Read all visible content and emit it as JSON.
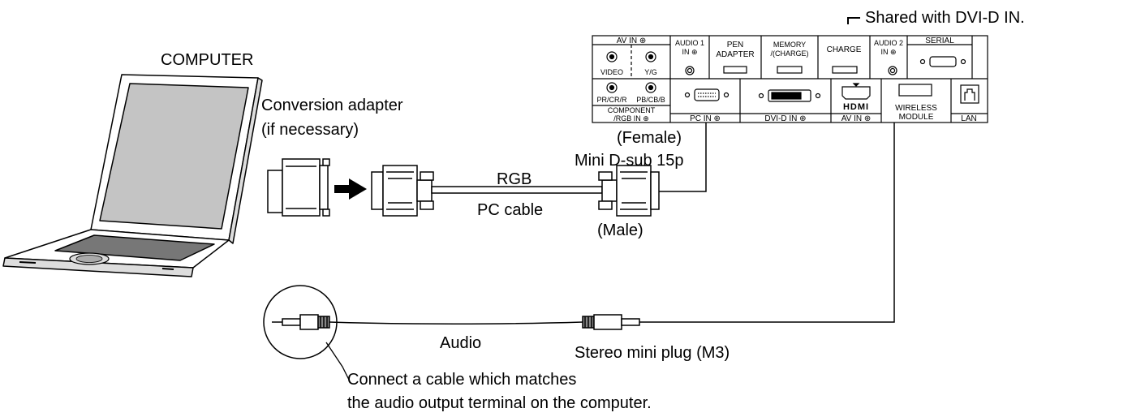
{
  "labels": {
    "computer": "COMPUTER",
    "conversion_adapter_l1": "Conversion adapter",
    "conversion_adapter_l2": "(if necessary)",
    "rgb": "RGB",
    "pc_cable": "PC cable",
    "mini_dsub": "Mini D-sub 15p",
    "female": "(Female)",
    "male": "(Male)",
    "shared": "Shared with DVI-D IN.",
    "audio": "Audio",
    "stereo_plug": "Stereo mini plug (M3)",
    "note_l1": "Connect a cable which matches",
    "note_l2": "the audio output terminal on the computer."
  },
  "panel": {
    "av_in": "AV IN ⊕",
    "video": "VIDEO",
    "yg": "Y/G",
    "prcr": "PR/CR/R",
    "pbcb": "PB/CB/B",
    "component1": "COMPONENT",
    "component2": "/RGB IN ⊕",
    "audio1_1": "AUDIO 1",
    "audio1_2": "IN ⊕",
    "pen1": "PEN",
    "pen2": "ADAPTER",
    "memory1": "MEMORY",
    "memory2": "/(CHARGE)",
    "charge": "CHARGE",
    "audio2_1": "AUDIO 2",
    "audio2_2": "IN ⊕",
    "serial": "SERIAL",
    "pc_in": "PC IN ⊕",
    "dvi_in": "DVI-D IN ⊕",
    "hdmi": "HDMI",
    "av_in2": "AV IN ⊕",
    "wireless1": "WIRELESS",
    "wireless2": "MODULE",
    "lan": "LAN"
  }
}
